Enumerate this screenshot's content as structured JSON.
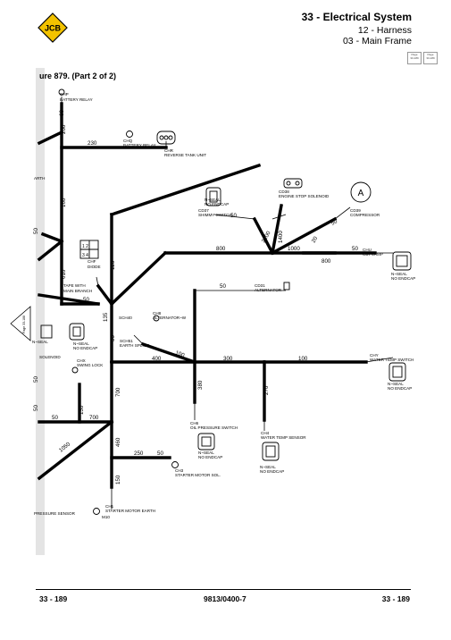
{
  "header": {
    "logo": "JCB",
    "title": "33 - Electrical System",
    "sub1": "12 - Harness",
    "sub2": "03 - Main Frame",
    "page_boxes": [
      {
        "l1": "Page",
        "l2": "33-189"
      },
      {
        "l1": "Page",
        "l2": "33-189"
      }
    ]
  },
  "figure": {
    "title": "ure 879. (Part 2 of 2)",
    "side_tab": "Page 33-188"
  },
  "connectors": {
    "chp": "CHP",
    "battery_relay": "BATTERY RELAY",
    "chq": "CHQ",
    "battery_relay2": "BATTERY RELAY",
    "chr": "CHR",
    "reverse_tank": "REVERSE TANK UNIT",
    "n_seal1": "N~SEAL",
    "no_endcap1": "NO ENDCAP",
    "cd37": "CD37",
    "shimmy": "SHIMMY SWITCH",
    "cd38": "CD38",
    "engine_stop": "ENGINE STOP SOLENOID",
    "cd39": "CD39",
    "compressor": "COMPRESSOR",
    "chu": "CHU",
    "cab_lamp": "CBT LAMP",
    "n_seal2": "N~SEAL",
    "no_endcap2": "NO ENDCAP",
    "chf": "CHF",
    "diode": "DIODE",
    "tape": "TAPE WITH",
    "main_branch": "MAIN BRANCH",
    "cd31": "CD31",
    "alternator": "ALTERNATOR",
    "ch8": "CH8",
    "alternator_w": "ALTERNATOR~W",
    "sch40": "SCH40",
    "sch51": "SCH51",
    "earth_splice": "EARTH SPLICE",
    "seal_l": "N~SEAL",
    "n_seal3": "N~SEAL",
    "no_endcap3": "NO ENDCAP",
    "solenoid": "SOLENOID",
    "chx": "CHX",
    "swing_lock": "SWING LOCK",
    "chy": "CHY",
    "water_temp_switch": "WATER TEMP SWITCH",
    "n_seal4": "N~SEAL",
    "no_endcap4": "NO ENDCAP",
    "ch6": "CH6",
    "oil_pressure": "OIL PRESSURE SWITCH",
    "ch4": "CH4",
    "water_temp_sensor": "WATER TEMP SENSOR",
    "n_seal5": "N~SEAL",
    "no_endcap5": "NO ENDCAP",
    "n_seal6": "N~SEAL",
    "no_endcap6": "NO ENDCAP",
    "ch3": "CH3",
    "starter_sol": "STARTER MOTOR SOL.",
    "ch1": "CH1",
    "starter_earth": "STARTER MOTOR EARTH",
    "m10": "M10",
    "pressure_sensor": "PRESSURE SENSOR",
    "earth_l": "ARTH"
  },
  "lengths": {
    "l60": "60",
    "l200": "200",
    "l230": "230",
    "l160": "160",
    "l610": "610",
    "l50a": "50",
    "l50b": "50",
    "l2100": "2100",
    "l1400": "1400",
    "l1000": "1000",
    "l800a": "800",
    "l800b": "800",
    "l20": "20",
    "l50c": "50",
    "l50d": "50",
    "l50e": "50",
    "l120": "120",
    "l30": "30",
    "l135": "135",
    "l100a": "100",
    "l400": "400",
    "l300": "300",
    "l100b": "100",
    "l700a": "700",
    "l380": "380",
    "l270": "270",
    "l130": "130",
    "l50f": "50",
    "l700b": "700",
    "l1050": "1050",
    "l460": "460",
    "l250": "250",
    "l50g": "50",
    "l150": "150",
    "l50h": "50",
    "l50i": "50",
    "l50j": "50"
  },
  "footer": {
    "left": "33 - 189",
    "center": "9813/0400-7",
    "right": "33 - 189"
  }
}
